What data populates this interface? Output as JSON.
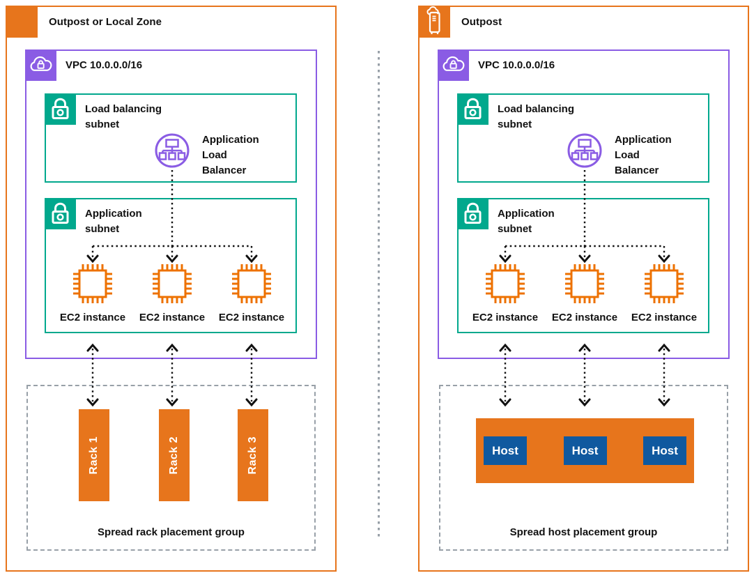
{
  "colors": {
    "panel_orange": "#E7751C",
    "vpc_purple": "#8A5CE4",
    "subnet_teal": "#01A88D",
    "host_blue": "#10599F",
    "dashed_gray": "#98A0A8",
    "arrow_black": "#111111",
    "ec2_orange": "#ED7100"
  },
  "icons": {
    "left_group": "plain-orange-square",
    "right_group": "outposts-rack-icon",
    "vpc": "cloud-with-lock-icon",
    "subnet": "padlock-icon",
    "alb": "application-load-balancer-icon",
    "ec2": "cpu-chip-icon"
  },
  "left_panel": {
    "title": "Outpost or Local Zone",
    "vpc_label": "VPC 10.0.0.0/16",
    "lb_subnet_label": "Load balancing\nsubnet",
    "alb_label": "Application\nLoad\nBalancer",
    "app_subnet_label": "Application\nsubnet",
    "ec2_instances": [
      "EC2 instance",
      "EC2 instance",
      "EC2 instance"
    ],
    "racks": [
      "Rack 1",
      "Rack 2",
      "Rack 3"
    ],
    "placement_group_label": "Spread rack placement group"
  },
  "right_panel": {
    "title": "Outpost",
    "vpc_label": "VPC 10.0.0.0/16",
    "lb_subnet_label": "Load balancing\nsubnet",
    "alb_label": "Application\nLoad\nBalancer",
    "app_subnet_label": "Application\nsubnet",
    "ec2_instances": [
      "EC2 instance",
      "EC2 instance",
      "EC2 instance"
    ],
    "hosts": [
      "Host",
      "Host",
      "Host"
    ],
    "placement_group_label": "Spread host placement group"
  }
}
